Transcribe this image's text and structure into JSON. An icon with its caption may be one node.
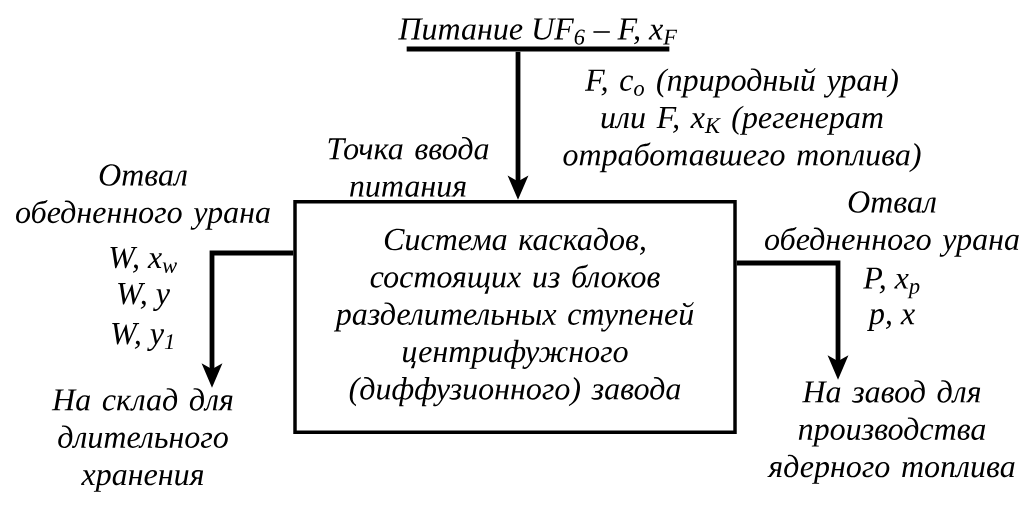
{
  "diagram": {
    "nodes": [
      {
        "text": [
          "Питание UF$_{6}$ – F, x$_{F}$"
        ]
      },
      {
        "text": [
          "Система каскадов, состоящих из блоков разделительных ступеней центрифужного (диффузионного) завода"
        ]
      },
      {
        "text": [
          "На склад для длительного хранения"
        ]
      },
      {
        "text": [
          "На завод для производства ядерного топлива"
        ]
      }
    ],
    "edges": [
      {
        "from": 0,
        "to": 1,
        "arrow": "to"
      },
      {
        "from": 1,
        "to": 2,
        "arrow": "to"
      },
      {
        "from": 1,
        "to": 3,
        "arrow": "to"
      }
    ],
    "labels": [
      "F, c$_{o}$ (природный уран) или F, x$_{K}$ (регенерат отработавшего топлива)",
      "Точка ввода питания",
      "Отвал обедненного урана",
      "W, x$_{w}$",
      "W, y",
      "W, y$_{1}$",
      "Отвал обедненного урана",
      "P, x$_{p}$",
      "p, x"
    ]
  }
}
